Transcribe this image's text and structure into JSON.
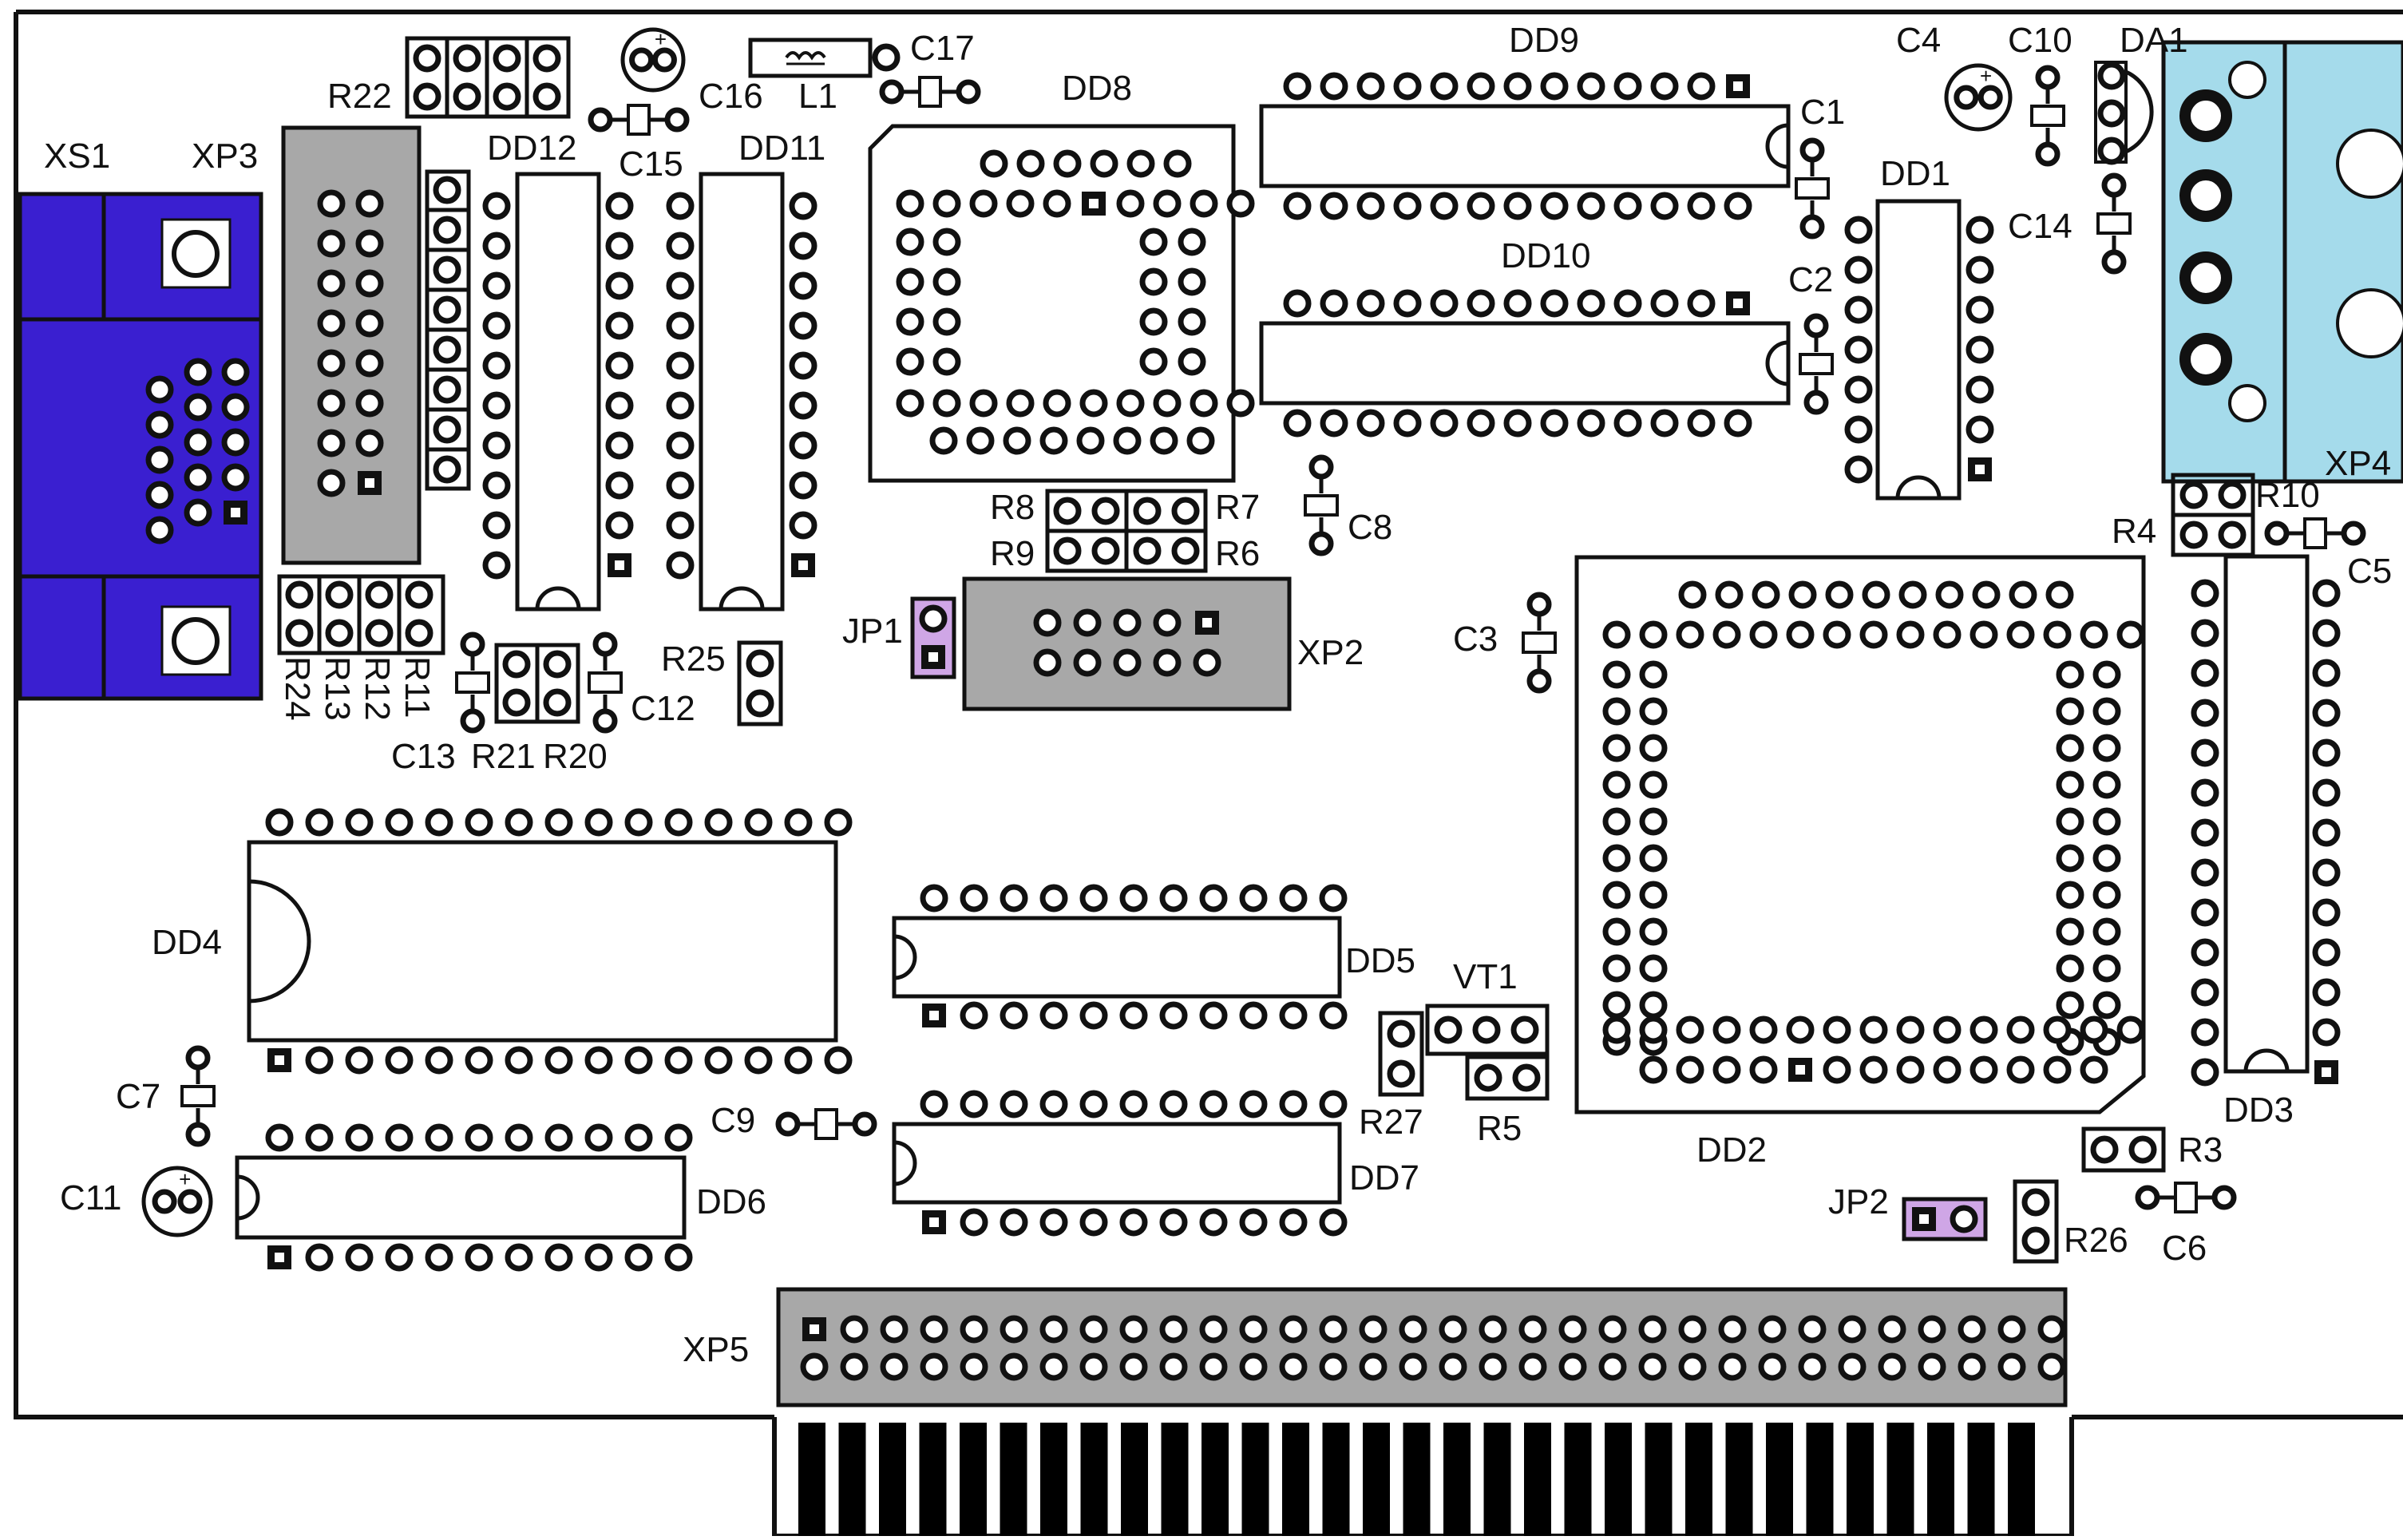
{
  "colors": {
    "outline": "#111111",
    "header_fill": "#a8a8a8",
    "vga_fill": "#3a1fd0",
    "audio_fill": "#a5dbeb",
    "jumper_fill": "#cfa6e6",
    "pad_fill": "#ffffff",
    "square_pad": "#111111"
  },
  "labels": {
    "xs1": "XS1",
    "xp3": "XP3",
    "r22": "R22",
    "dd12": "DD12",
    "c15": "C15",
    "c16": "C16",
    "l1": "L1",
    "c17": "C17",
    "dd11": "DD11",
    "dd8": "DD8",
    "dd9": "DD9",
    "c4": "C4",
    "c10": "C10",
    "da1": "DA1",
    "c1": "C1",
    "dd1": "DD1",
    "c14": "C14",
    "dd10": "DD10",
    "c2": "C2",
    "xp4": "XP4",
    "r10": "R10",
    "r4": "R4",
    "c5": "C5",
    "r8": "R8",
    "r7": "R7",
    "r9": "R9",
    "r6": "R6",
    "c8": "C8",
    "jp1": "JP1",
    "xp2": "XP2",
    "c3": "C3",
    "r25": "R25",
    "c12": "C12",
    "c13": "C13",
    "r21": "R21",
    "r20": "R20",
    "r24": "R24",
    "r13": "R13",
    "r12": "R12",
    "r11": "R11",
    "dd4": "DD4",
    "dd5": "DD5",
    "vt1": "VT1",
    "r27": "R27",
    "r5": "R5",
    "dd2": "DD2",
    "dd3": "DD3",
    "c7": "C7",
    "c9": "C9",
    "dd7": "DD7",
    "r3": "R3",
    "jp2": "JP2",
    "r26": "R26",
    "c6": "C6",
    "c11": "C11",
    "dd6": "DD6",
    "xp5": "XP5"
  }
}
